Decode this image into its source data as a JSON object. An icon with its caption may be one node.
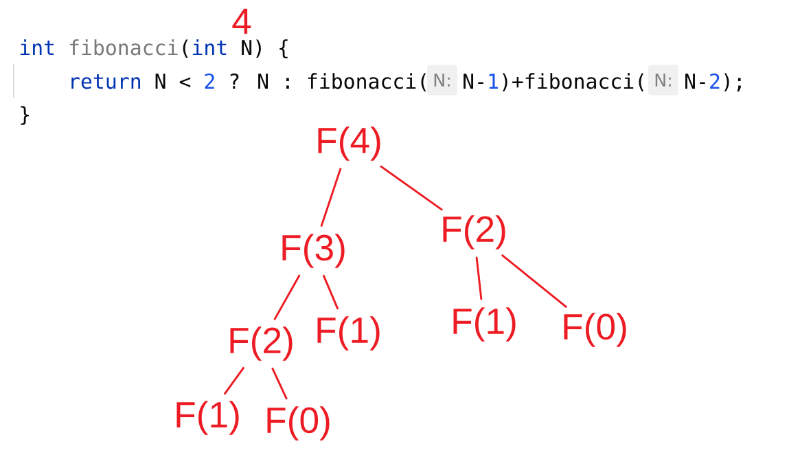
{
  "diagram": {
    "nodes": [
      {
        "text": [
          "F(4)"
        ]
      },
      {
        "text": [
          "F(3)"
        ]
      },
      {
        "text": [
          "F(2)"
        ]
      },
      {
        "text": [
          "F(2)"
        ]
      },
      {
        "text": [
          "F(1)"
        ]
      },
      {
        "text": [
          "F(1)"
        ]
      },
      {
        "text": [
          "F(0)"
        ]
      },
      {
        "text": [
          "F(1)"
        ]
      },
      {
        "text": [
          "F(0)"
        ]
      }
    ],
    "edges": [
      {
        "from": 0,
        "to": 1,
        "arrow": "none"
      },
      {
        "from": 0,
        "to": 2,
        "arrow": "none"
      },
      {
        "from": 1,
        "to": 3,
        "arrow": "none"
      },
      {
        "from": 1,
        "to": 4,
        "arrow": "none"
      },
      {
        "from": 2,
        "to": 5,
        "arrow": "none"
      },
      {
        "from": 2,
        "to": 6,
        "arrow": "none"
      },
      {
        "from": 3,
        "to": 7,
        "arrow": "none"
      },
      {
        "from": 3,
        "to": 8,
        "arrow": "none"
      }
    ],
    "labels": [
      "4",
      "int",
      "fibonacci",
      "(",
      "int",
      "N) {",
      "return",
      "N <",
      "2",
      "? N : fibonacci(",
      "N:",
      "N-",
      "1",
      ")+fibonacci(",
      "N:",
      "N-",
      "2",
      ");",
      "}"
    ]
  }
}
